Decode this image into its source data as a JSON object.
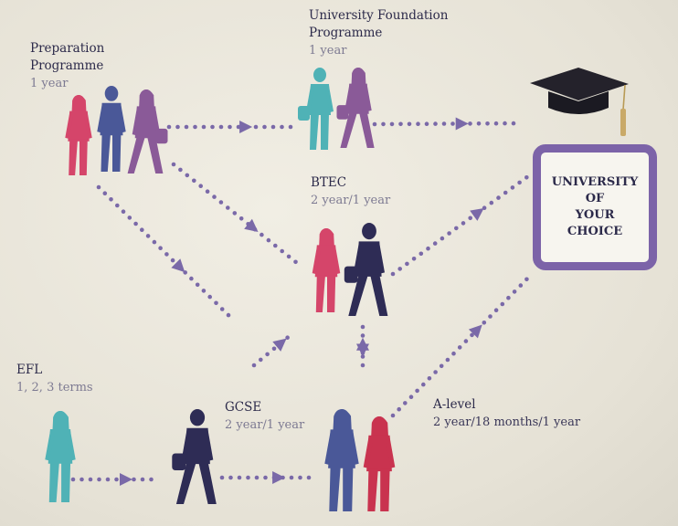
{
  "colors": {
    "background": "#eae7dc",
    "dots": "#7a69a8",
    "pink": "#d5456a",
    "blue": "#4a5898",
    "purple": "#8a5a98",
    "teal": "#4fb2b6",
    "navy": "#2e2c55",
    "red": "#c9334f",
    "box_border": "#7c63a8"
  },
  "stages": {
    "preparation": {
      "title_line1": "Preparation",
      "title_line2": "Programme",
      "duration": "1 year"
    },
    "foundation": {
      "title_line1": "University Foundation",
      "title_line2": "Programme",
      "duration": "1 year"
    },
    "btec": {
      "title": "BTEC",
      "duration": "2 year/1 year"
    },
    "efl": {
      "title": "EFL",
      "duration": "1, 2, 3 terms"
    },
    "gcse": {
      "title": "GCSE",
      "duration": "2 year/1 year"
    },
    "alevel": {
      "title": "A-level",
      "duration": "2 year/18 months/1 year"
    }
  },
  "university": {
    "line1": "UNIVERSITY",
    "line2": "OF",
    "line3": "YOUR",
    "line4": "CHOICE"
  },
  "icons": [
    "graduation-cap-icon",
    "student-silhouette-icon"
  ]
}
